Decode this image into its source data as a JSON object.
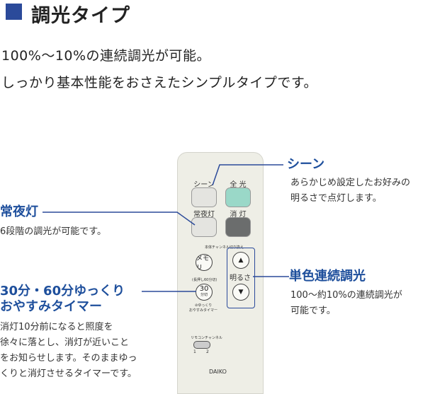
{
  "header": {
    "title": "調光タイプ"
  },
  "lead": [
    "100%〜10%の連続調光が可能。",
    "しっかり基本性能をおさえたシンプルタイプです。"
  ],
  "callouts": {
    "scene": {
      "title": "シーン",
      "desc": [
        "あらかじめ設定したお好みの",
        "明るさで点灯します。"
      ]
    },
    "night": {
      "title": "常夜灯",
      "desc": [
        "6段階の調光が可能です。"
      ]
    },
    "dimming": {
      "title": "単色連続調光",
      "desc": [
        "100〜約10%の連続調光が",
        "可能です。"
      ]
    },
    "timer": {
      "title": [
        "30分・60分ゆっくり",
        "おやすみタイマー"
      ],
      "desc": [
        "消灯10分前になると照度を",
        "徐々に落とし、消灯が近いこと",
        "をお知らせします。そのままゆっ",
        "くりと消灯させるタイマーです。"
      ]
    }
  },
  "remote": {
    "scene": "シーン",
    "full": "全 光",
    "night": "常夜灯",
    "off": "消 灯",
    "channel_switch": "本体チャンネル切り換え",
    "memory": "メモリ",
    "long_press": "(長押し60分切)",
    "timer_num": "30",
    "timer_unit": "分切",
    "timer_label1": "⊘ゆっくり",
    "timer_label2": "おやすみタイマー",
    "bright": "明るさ",
    "up": "▲",
    "down": "▼",
    "rc_channel": "リモコンチャンネル",
    "ch1": "1",
    "ch2": "2",
    "brand": "DAIKO"
  }
}
